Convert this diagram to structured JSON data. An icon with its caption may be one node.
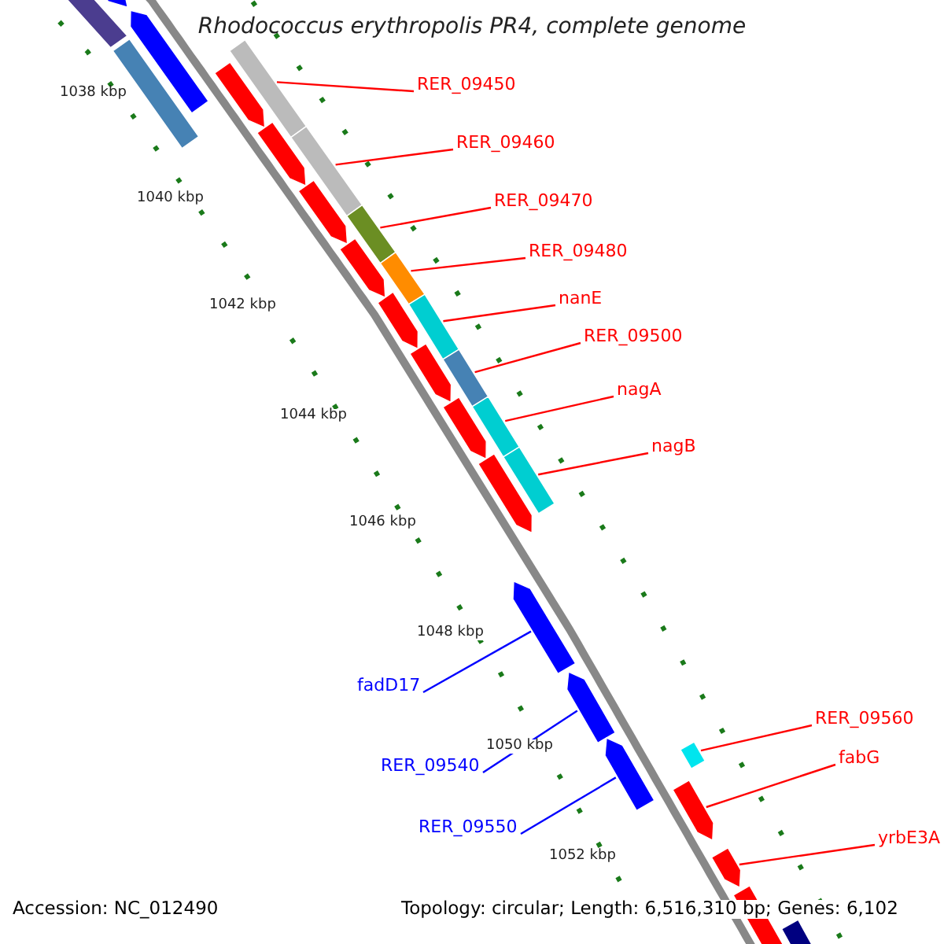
{
  "diagram": {
    "title": "Rhodococcus erythropolis PR4, complete genome",
    "nodes": [
      {
        "text": [
          "RER_09450"
        ]
      },
      {
        "text": [],
        "shape": "bar"
      },
      {
        "text": [
          "RER_09460"
        ]
      },
      {
        "text": [],
        "shape": "bar"
      },
      {
        "text": [
          "RER_09470"
        ]
      },
      {
        "text": [],
        "shape": "bar"
      },
      {
        "text": [
          "RER_09480"
        ]
      },
      {
        "text": [],
        "shape": "bar"
      },
      {
        "text": [
          "nanE"
        ]
      },
      {
        "text": [],
        "shape": "bar"
      },
      {
        "text": [
          "RER_09500"
        ]
      },
      {
        "text": [],
        "shape": "bar"
      },
      {
        "text": [
          "nagA"
        ]
      },
      {
        "text": [],
        "shape": "bar"
      },
      {
        "text": [
          "nagB"
        ]
      },
      {
        "text": [],
        "shape": "bar"
      },
      {
        "text": [
          "fadD17"
        ]
      },
      {
        "text": [],
        "shape": "arrow"
      },
      {
        "text": [
          "RER_09540"
        ]
      },
      {
        "text": [],
        "shape": "arrow"
      },
      {
        "text": [
          "RER_09550"
        ]
      },
      {
        "text": [],
        "shape": "arrow"
      },
      {
        "text": [
          "RER_09560"
        ]
      },
      {
        "text": [],
        "shape": "bar"
      },
      {
        "text": [
          "fabG"
        ]
      },
      {
        "text": [],
        "shape": "arrow"
      },
      {
        "text": [
          "yrbE3A"
        ]
      },
      {
        "text": [],
        "shape": "arrow"
      },
      {
        "text": [],
        "shape": "bar"
      },
      {
        "text": [],
        "shape": "arrow"
      },
      {
        "text": [],
        "shape": "arrow"
      },
      {
        "text": [],
        "shape": "bar"
      },
      {
        "text": [],
        "shape": "arrow"
      },
      {
        "text": [],
        "shape": "arrow"
      },
      {
        "text": [],
        "shape": "arrow"
      },
      {
        "text": [],
        "shape": "arrow"
      },
      {
        "text": [],
        "shape": "arrow"
      },
      {
        "text": [],
        "shape": "arrow"
      },
      {
        "text": [],
        "shape": "arrow"
      },
      {
        "text": [],
        "shape": "arrow"
      },
      {
        "text": [],
        "shape": "arrow"
      },
      {
        "text": [],
        "shape": "bar"
      }
    ],
    "edges": [
      {
        "from": 0,
        "to": 1,
        "arrow": "none"
      },
      {
        "from": 2,
        "to": 3,
        "arrow": "none"
      },
      {
        "from": 4,
        "to": 5,
        "arrow": "none"
      },
      {
        "from": 6,
        "to": 7,
        "arrow": "none"
      },
      {
        "from": 8,
        "to": 9,
        "arrow": "none"
      },
      {
        "from": 10,
        "to": 11,
        "arrow": "none"
      },
      {
        "from": 12,
        "to": 13,
        "arrow": "none"
      },
      {
        "from": 14,
        "to": 15,
        "arrow": "none"
      },
      {
        "from": 16,
        "to": 17,
        "arrow": "none",
        "color": "#0000ff"
      },
      {
        "from": 18,
        "to": 19,
        "arrow": "none",
        "color": "#0000ff"
      },
      {
        "from": 20,
        "to": 21,
        "arrow": "none",
        "color": "#0000ff"
      },
      {
        "from": 22,
        "to": 23,
        "arrow": "none"
      },
      {
        "from": 24,
        "to": 25,
        "arrow": "none"
      },
      {
        "from": 26,
        "to": 27,
        "arrow": "none"
      }
    ],
    "labels": [
      "1038 kbp",
      "1040 kbp",
      "1042 kbp",
      "1044 kbp",
      "1046 kbp",
      "1048 kbp",
      "1050 kbp",
      "1052 kbp",
      "Accession: NC_012490",
      "Topology: circular; Length: 6,516,310 bp; Genes: 6,102"
    ]
  }
}
